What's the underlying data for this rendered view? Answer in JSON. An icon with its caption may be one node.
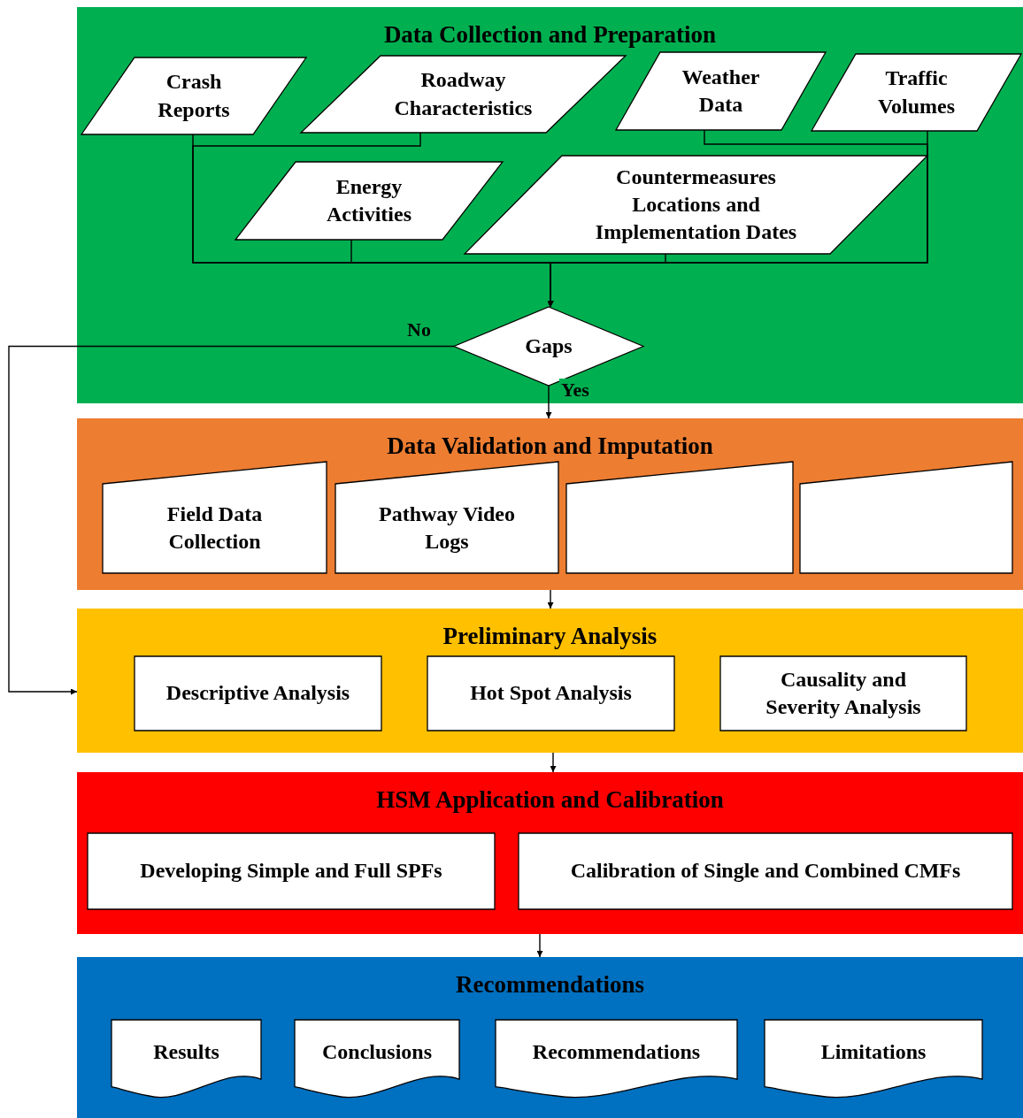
{
  "diagram": {
    "nodes": [
      {
        "text": [
          "Data Collection and Preparation"
        ]
      },
      {
        "text": [
          "Crash Reports"
        ],
        "in": 0
      },
      {
        "text": [
          "Roadway Characteristics"
        ],
        "in": 0
      },
      {
        "text": [
          "Weather Data"
        ],
        "in": 0
      },
      {
        "text": [
          "Traffic Volumes"
        ],
        "in": 0
      },
      {
        "text": [
          "Energy Activities"
        ],
        "in": 0
      },
      {
        "text": [
          "Countermeasures Locations and Implementation Dates"
        ],
        "in": 0
      },
      {
        "text": [
          "Gaps"
        ],
        "in": 0
      },
      {
        "text": [
          "Data Validation and Imputation"
        ]
      },
      {
        "text": [
          "Field Data Collection"
        ],
        "in": 8
      },
      {
        "text": [
          "Pathway Video Logs"
        ],
        "in": 8
      },
      {
        "text": [],
        "shape": "box",
        "in": 8
      },
      {
        "text": [],
        "shape": "box",
        "in": 8
      },
      {
        "text": [
          "Preliminary Analysis"
        ]
      },
      {
        "text": [
          "Descriptive Analysis"
        ],
        "in": 13
      },
      {
        "text": [
          "Hot Spot Analysis"
        ],
        "in": 13
      },
      {
        "text": [
          "Causality and Severity Analysis"
        ],
        "in": 13
      },
      {
        "text": [
          "HSM Application and Calibration"
        ]
      },
      {
        "text": [
          "Developing Simple and Full SPFs"
        ],
        "in": 17
      },
      {
        "text": [
          "Calibration of Single and Combined CMFs"
        ],
        "in": 17
      },
      {
        "text": [
          "Recommendations"
        ]
      },
      {
        "text": [
          "Results"
        ],
        "in": 20
      },
      {
        "text": [
          "Conclusions"
        ],
        "in": 20
      },
      {
        "text": [
          "Recommendations"
        ],
        "in": 20
      },
      {
        "text": [
          "Limitations"
        ],
        "in": 20
      }
    ],
    "edges": [
      {
        "from": 1,
        "to": 7,
        "arrow": "to"
      },
      {
        "from": 2,
        "to": 7,
        "arrow": "to"
      },
      {
        "from": 3,
        "to": 7,
        "arrow": "to"
      },
      {
        "from": 4,
        "to": 7,
        "arrow": "to"
      },
      {
        "from": 5,
        "to": 7,
        "arrow": "to"
      },
      {
        "from": 6,
        "to": 7,
        "arrow": "to"
      },
      {
        "from": 7,
        "to": 8,
        "arrow": "to",
        "label": "Yes"
      },
      {
        "from": 7,
        "to": 13,
        "arrow": "to",
        "label": "No"
      },
      {
        "from": 8,
        "to": 13,
        "arrow": "to"
      },
      {
        "from": 13,
        "to": 17,
        "arrow": "to"
      },
      {
        "from": 17,
        "to": 20,
        "arrow": "to"
      }
    ]
  }
}
